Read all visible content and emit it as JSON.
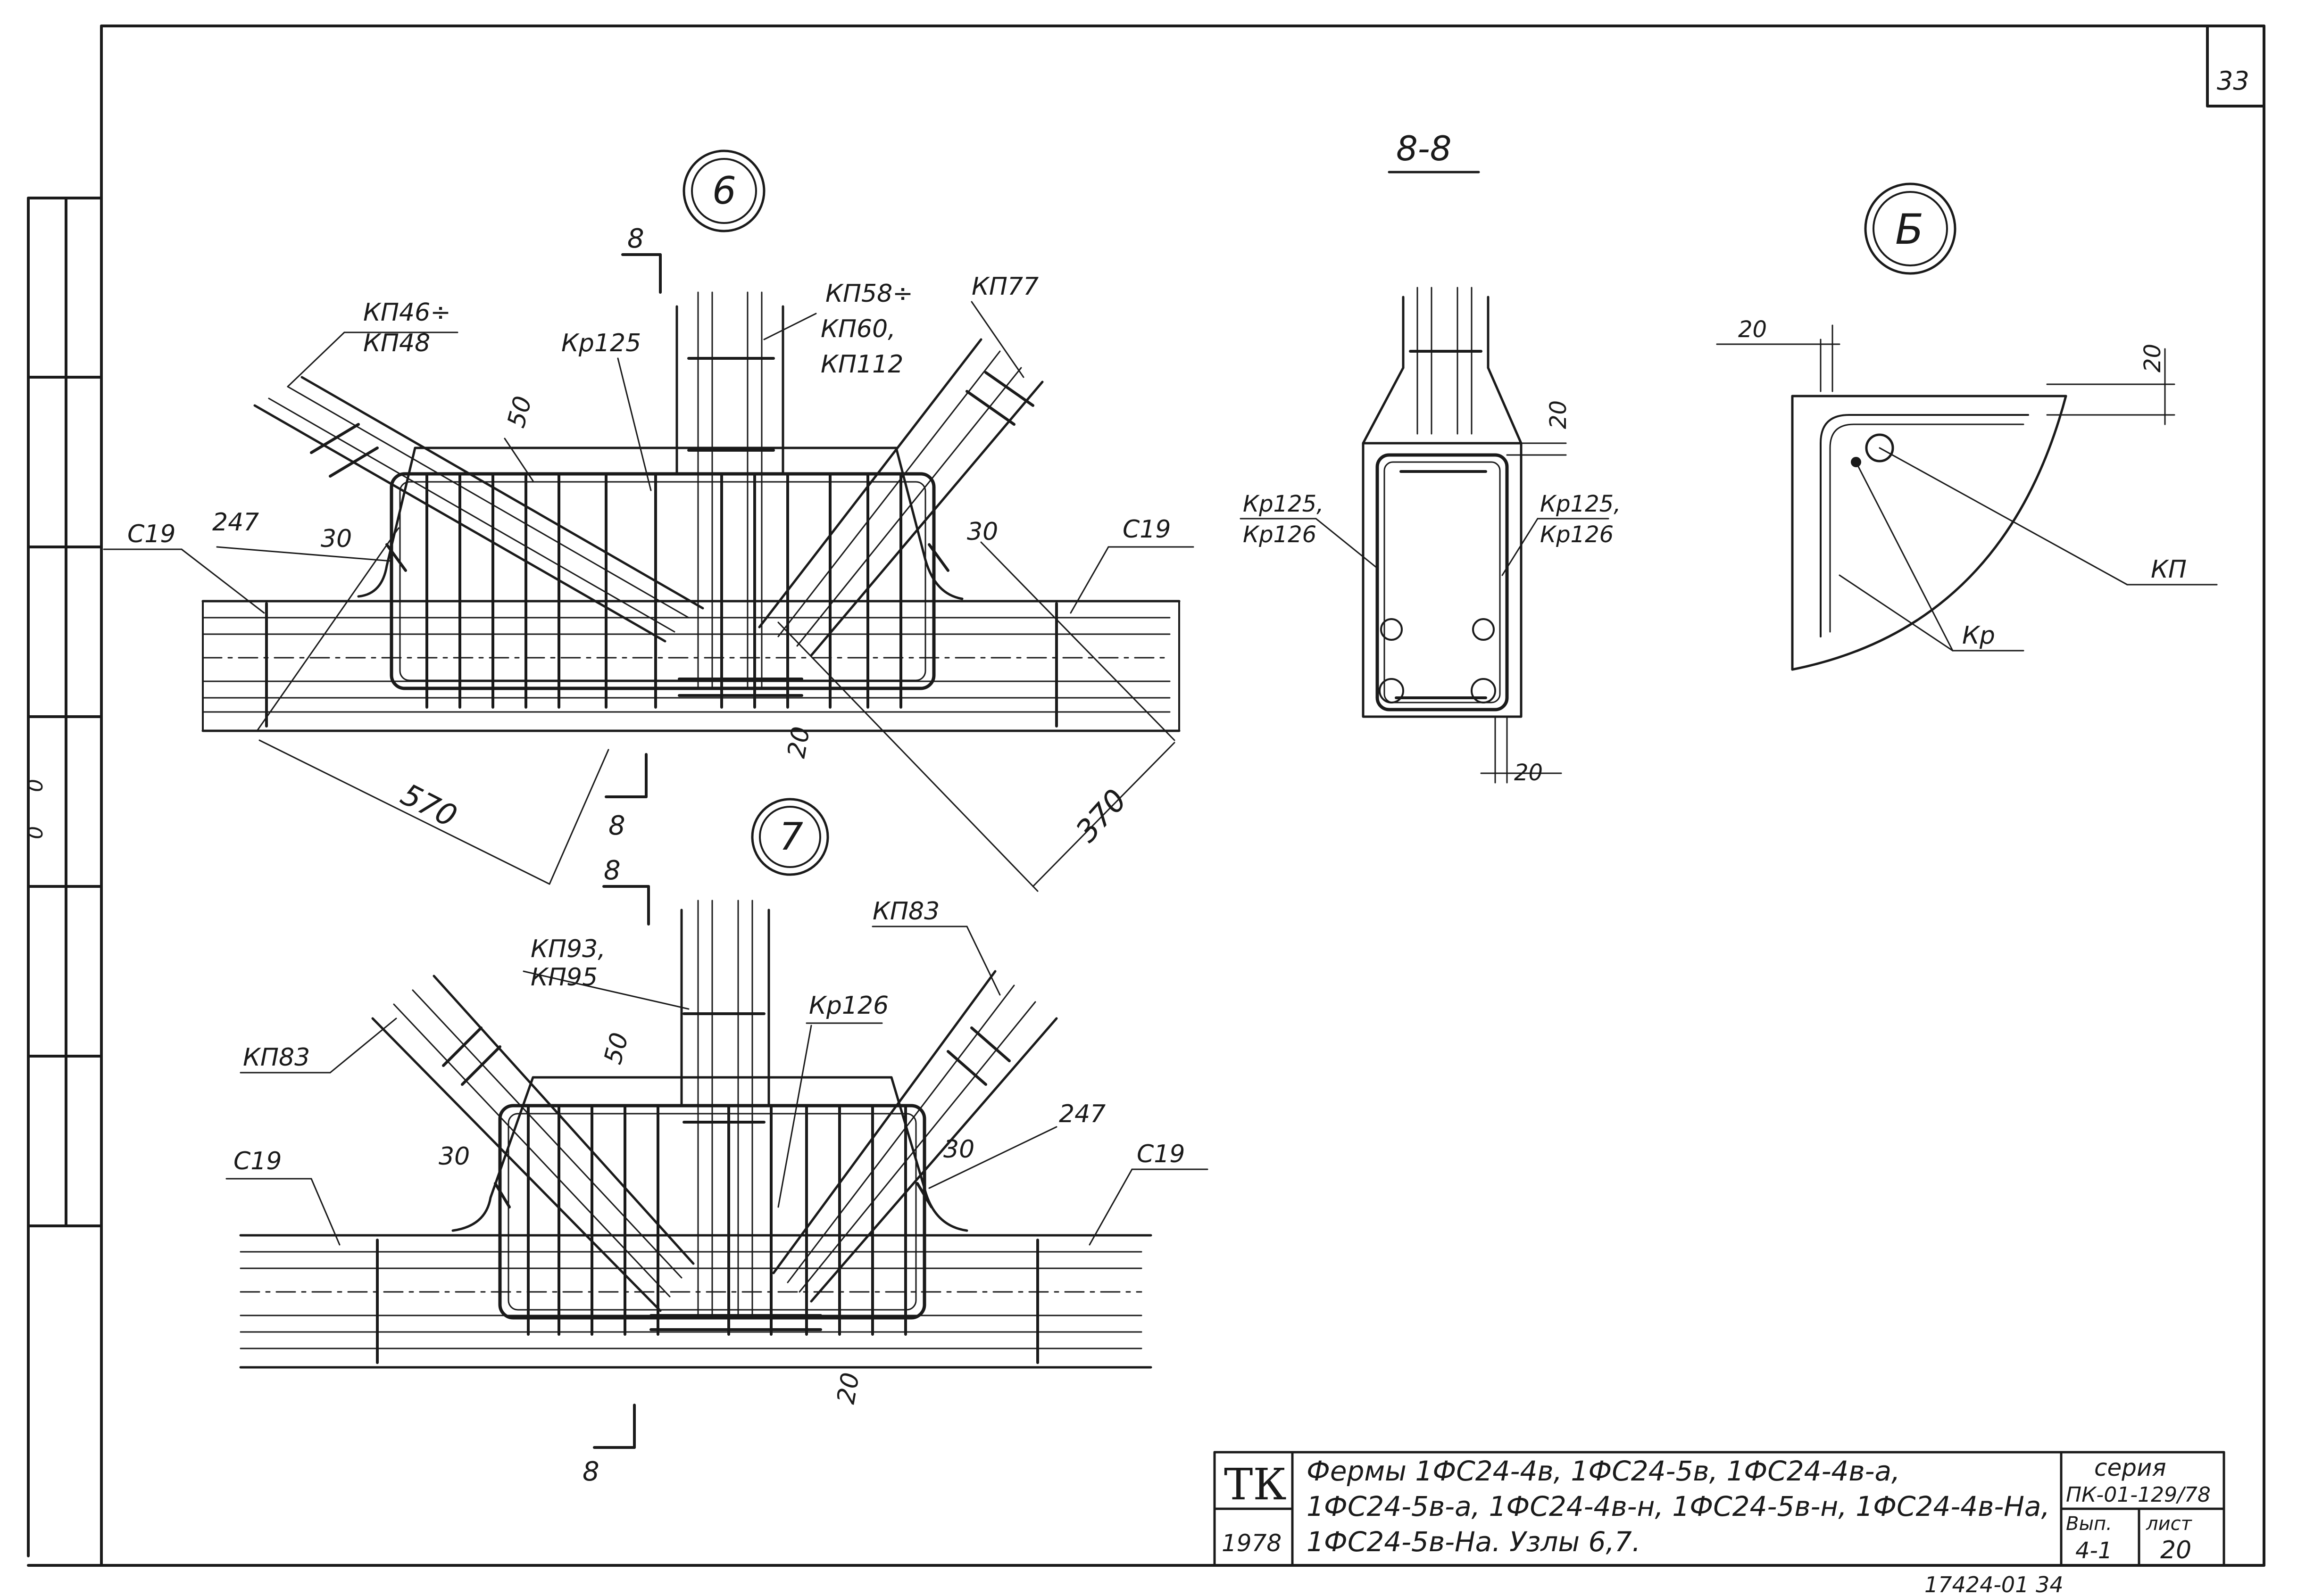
{
  "sheet": {
    "corner_number": "33",
    "bottom_stamp": "17424-01 34",
    "margin_marks": [
      "0",
      "0"
    ]
  },
  "node6": {
    "number": "6",
    "labels": {
      "kp46": "КП46÷",
      "kp48": "КП48",
      "kr125": "Кр125",
      "kp58": "КП58÷",
      "kp60": "КП60,",
      "kp112": "КП112",
      "kp77": "КП77",
      "c19_left": "С19",
      "c19_right": "С19",
      "n247": "247",
      "n30_left": "30",
      "n30_right": "30",
      "n50": "50",
      "n20": "20",
      "dim570": "570",
      "dim370": "370",
      "cut_top": "8",
      "cut_bottom": "8"
    }
  },
  "node7": {
    "number": "7",
    "labels": {
      "kp93": "КП93,",
      "kp95": "КП95",
      "kp83_left": "КП83",
      "kp83_right": "КП83",
      "kr126": "Кр126",
      "c19_left": "С19",
      "c19_right": "С19",
      "n247": "247",
      "n30_left": "30",
      "n30_right": "30",
      "n50": "50",
      "n20": "20",
      "cut_top": "8",
      "cut_bottom": "8"
    }
  },
  "section88": {
    "title": "8-8",
    "kr_left_1": "Кр125,",
    "kr_left_2": "Кр126",
    "kr_right_1": "Кр125,",
    "kr_right_2": "Кр126",
    "n20_top": "20",
    "n20_bottom": "20"
  },
  "detailB": {
    "letter": "Б",
    "n20_a": "20",
    "n20_b": "20",
    "kp": "КП",
    "kr": "Кр"
  },
  "title_block": {
    "org": "ТК",
    "year": "1978",
    "line1": "Фермы 1ФС24-4в, 1ФС24-5в, 1ФС24-4в-а,",
    "line2": "1ФС24-5в-а, 1ФС24-4в-н, 1ФС24-5в-н, 1ФС24-4в-На,",
    "line3": "1ФС24-5в-На.  Узлы 6,7.",
    "series_label": "серия",
    "series_value": "ПК-01-129/78",
    "issue_label": "Вып.",
    "issue_value": "4-1",
    "sheet_label": "лист",
    "sheet_value": "20"
  }
}
